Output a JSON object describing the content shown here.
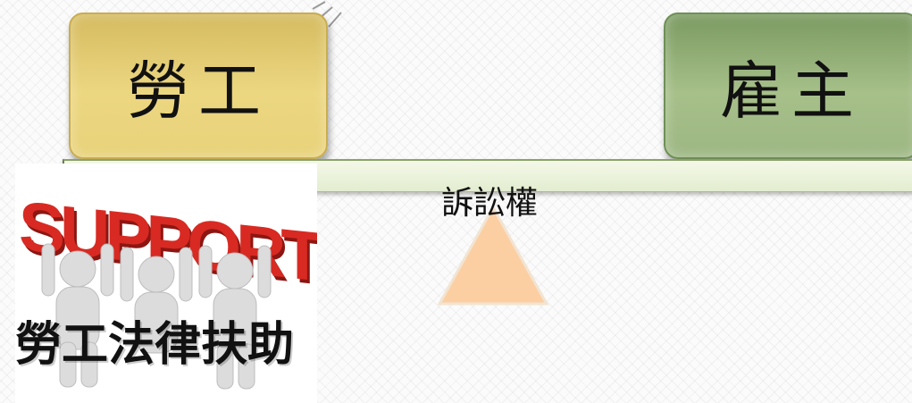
{
  "boxes": {
    "labor": "勞工",
    "employer": "雇主"
  },
  "beam": {
    "pivot_label": "訴訟權"
  },
  "support_card": {
    "art_text": "SUPPORT",
    "caption": "勞工法律扶助"
  },
  "colors": {
    "labor_box": "#e8d27a",
    "employer_box": "#9db783",
    "beam": "#e3edd0",
    "fulcrum": "#fccfa3",
    "support_red": "#d82a22"
  }
}
